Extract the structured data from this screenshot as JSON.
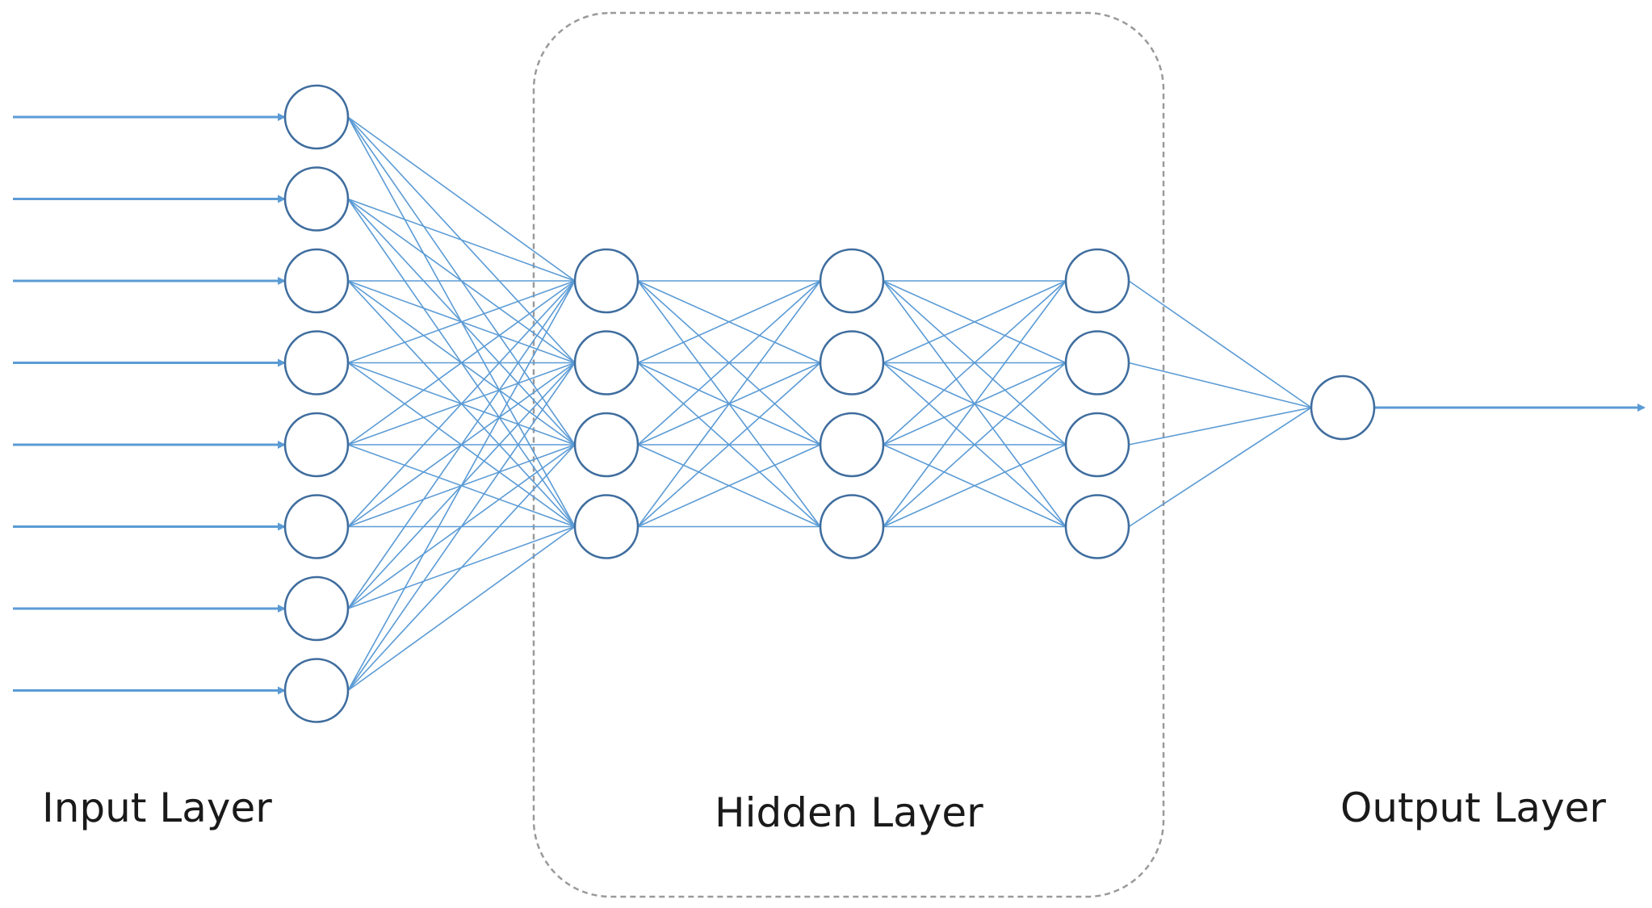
{
  "labels": {
    "input_layer": "Input Layer",
    "hidden_layer": "Hidden Layer",
    "output_layer": "Output Layer"
  },
  "network": {
    "input_nodes": 8,
    "hidden_layers": [
      4,
      4,
      4
    ],
    "output_nodes": 1
  },
  "colors": {
    "node_stroke": "#3f6d9e",
    "connection": "#5b9bd5",
    "arrow": "#5b9bd5",
    "hidden_box_border": "#9a9a9a",
    "text": "#1a1a1a"
  }
}
